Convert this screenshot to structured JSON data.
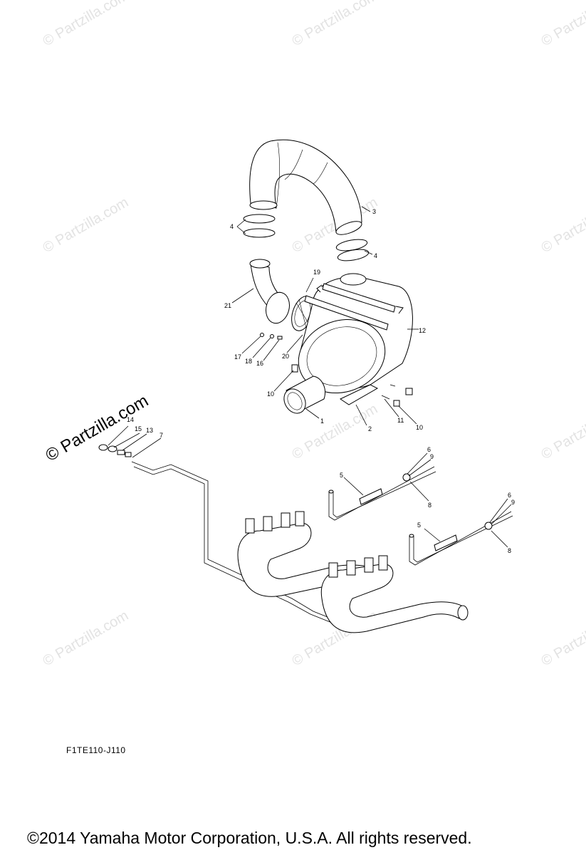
{
  "watermark": {
    "text": "© Partzilla.com",
    "color": "#e3e3e3"
  },
  "callouts": {
    "c1": "1",
    "c2": "2",
    "c3": "3",
    "c4a": "4",
    "c4b": "4",
    "c5a": "5",
    "c5b": "5",
    "c6a": "6",
    "c6b": "6",
    "c7": "7",
    "c8a": "8",
    "c8b": "8",
    "c9a": "9",
    "c9b": "9",
    "c10a": "10",
    "c10b": "10",
    "c11": "11",
    "c12": "12",
    "c13": "13",
    "c14": "14",
    "c15": "15",
    "c16": "16",
    "c17": "17",
    "c18": "18",
    "c19": "19",
    "c20": "20",
    "c21": "21"
  },
  "diagram_code": "F1TE110-J110",
  "copyright": "©2014  Yamaha Motor Corporation, U.S.A. All rights reserved."
}
